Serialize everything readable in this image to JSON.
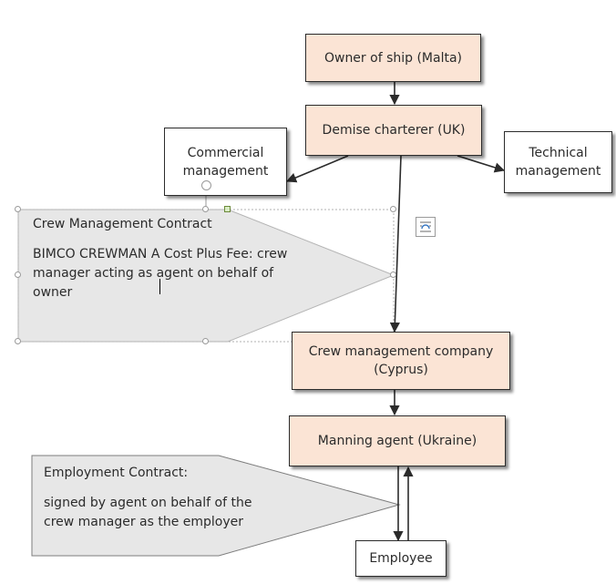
{
  "nodes": {
    "owner": "Owner of ship (Malta)",
    "demise": "Demise charterer (UK)",
    "commercial": "Commercial management",
    "technical": "Technical management",
    "crew_company": "Crew management company (Cyprus)",
    "manning": "Manning agent (Ukraine)",
    "employee": "Employee"
  },
  "callouts": {
    "crew_contract": {
      "title": "Crew Management Contract",
      "body": "BIMCO CREWMAN A Cost Plus Fee: crew manager acting as agent on behalf of owner"
    },
    "employment_contract": {
      "title": "Employment Contract:",
      "body": "signed by agent on behalf of the crew manager as the employer"
    }
  },
  "colors": {
    "node_fill": "#fbe4d5",
    "callout_fill": "#e7e7e7",
    "stroke": "#2b2b2b"
  },
  "icons": {
    "rotate_handle": "rotate-handle-icon",
    "layout_options": "layout-options-icon"
  }
}
